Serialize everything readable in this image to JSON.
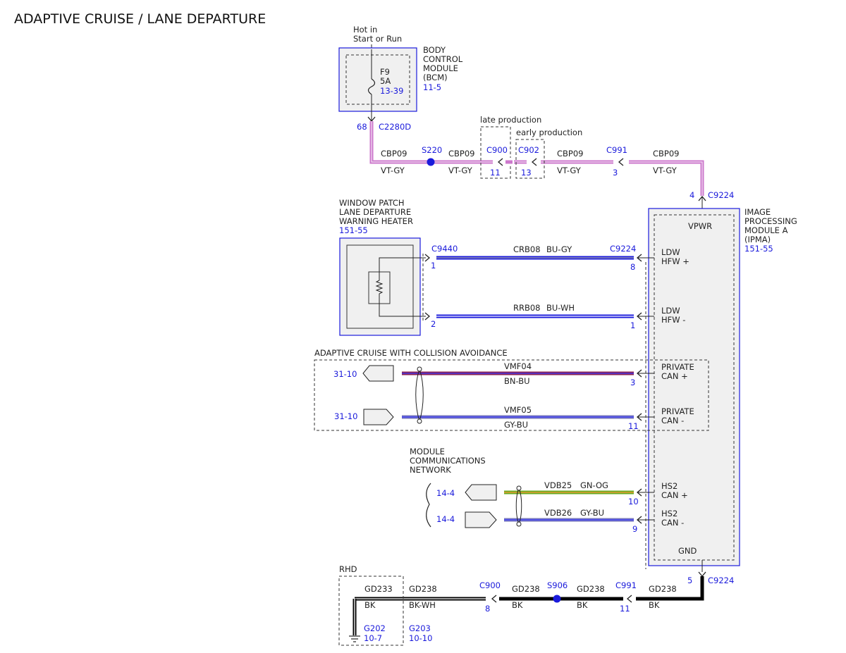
{
  "title": "ADAPTIVE CRUISE / LANE DEPARTURE",
  "colors": {
    "vt_gy": "#cc77cc",
    "bu": "#1a1adb",
    "bu_gy": "#2a2ac0",
    "bn_bu": "#8b2252",
    "gy_bu": "#7777bb",
    "gn_og": "#66aa22",
    "bk": "#000000",
    "link": "#1a1adb",
    "module_fill": "#f0f0f0"
  },
  "bcm": {
    "power_label_1": "Hot in",
    "power_label_2": "Start or Run",
    "name_lines": [
      "BODY",
      "CONTROL",
      "MODULE",
      "(BCM)"
    ],
    "page_ref": "11-5",
    "fuse_id": "F9",
    "fuse_rating": "5A",
    "fuse_ref": "13-39",
    "pin": "68",
    "connector": "C2280D"
  },
  "power_circuit": {
    "circuit": "CBP09",
    "color": "VT-GY",
    "splice": "S220",
    "late_label": "late production",
    "early_label": "early production",
    "c900": "C900",
    "c900_pin": "11",
    "c902": "C902",
    "c902_pin": "13",
    "c991": "C991",
    "c991_pin": "3",
    "ipma_pin": "4",
    "ipma_connector": "C9224"
  },
  "heater": {
    "name_lines": [
      "WINDOW PATCH",
      "LANE DEPARTURE",
      "WARNING HEATER"
    ],
    "page_ref": "151-55",
    "connector": "C9440",
    "pin_1": "1",
    "pin_2": "2",
    "wire1_circuit": "CRB08",
    "wire1_color": "BU-GY",
    "wire2_circuit": "RRB08",
    "wire2_color": "BU-WH",
    "ipma_connector": "C9224",
    "ipma_pin_1": "8",
    "ipma_pin_2": "1"
  },
  "ipma": {
    "name_lines": [
      "IMAGE",
      "PROCESSING",
      "MODULE A",
      "(IPMA)"
    ],
    "page_ref": "151-55",
    "vpwr": "VPWR",
    "gnd": "GND",
    "ldw_hfw_plus": [
      "LDW",
      "HFW +"
    ],
    "ldw_hfw_minus": [
      "LDW",
      "HFW -"
    ],
    "private_can_plus": [
      "PRIVATE",
      "CAN +"
    ],
    "private_can_minus": [
      "PRIVATE",
      "CAN -"
    ],
    "hs2_can_plus": [
      "HS2",
      "CAN +"
    ],
    "hs2_can_minus": [
      "HS2",
      "CAN -"
    ]
  },
  "acc": {
    "label": "ADAPTIVE CRUISE WITH COLLISION AVOIDANCE",
    "wire1_ref": "31-10",
    "wire1_circuit": "VMF04",
    "wire1_color": "BN-BU",
    "wire1_pin": "3",
    "wire2_ref": "31-10",
    "wire2_circuit": "VMF05",
    "wire2_color": "GY-BU",
    "wire2_pin": "11"
  },
  "mcn": {
    "label_lines": [
      "MODULE",
      "COMMUNICATIONS",
      "NETWORK"
    ],
    "wire1_ref": "14-4",
    "wire1_circuit": "VDB25",
    "wire1_color": "GN-OG",
    "wire1_pin": "10",
    "wire2_ref": "14-4",
    "wire2_circuit": "VDB26",
    "wire2_color": "GY-BU",
    "wire2_pin": "9"
  },
  "ground": {
    "ipma_pin": "5",
    "ipma_connector": "C9224",
    "rhd_label": "RHD",
    "seg1_circuit": "GD238",
    "seg1_color": "BK",
    "c991": "C991",
    "c991_pin": "11",
    "seg2_circuit": "GD238",
    "seg2_color": "BK",
    "splice": "S906",
    "seg3_circuit": "GD238",
    "seg3_color": "BK",
    "c900": "C900",
    "c900_pin": "8",
    "seg4_circuit": "GD238",
    "seg4_color": "BK-WH",
    "rhd_circuit": "GD233",
    "rhd_color": "BK",
    "g202": "G202",
    "g202_ref": "10-7",
    "g203": "G203",
    "g203_ref": "10-10"
  }
}
